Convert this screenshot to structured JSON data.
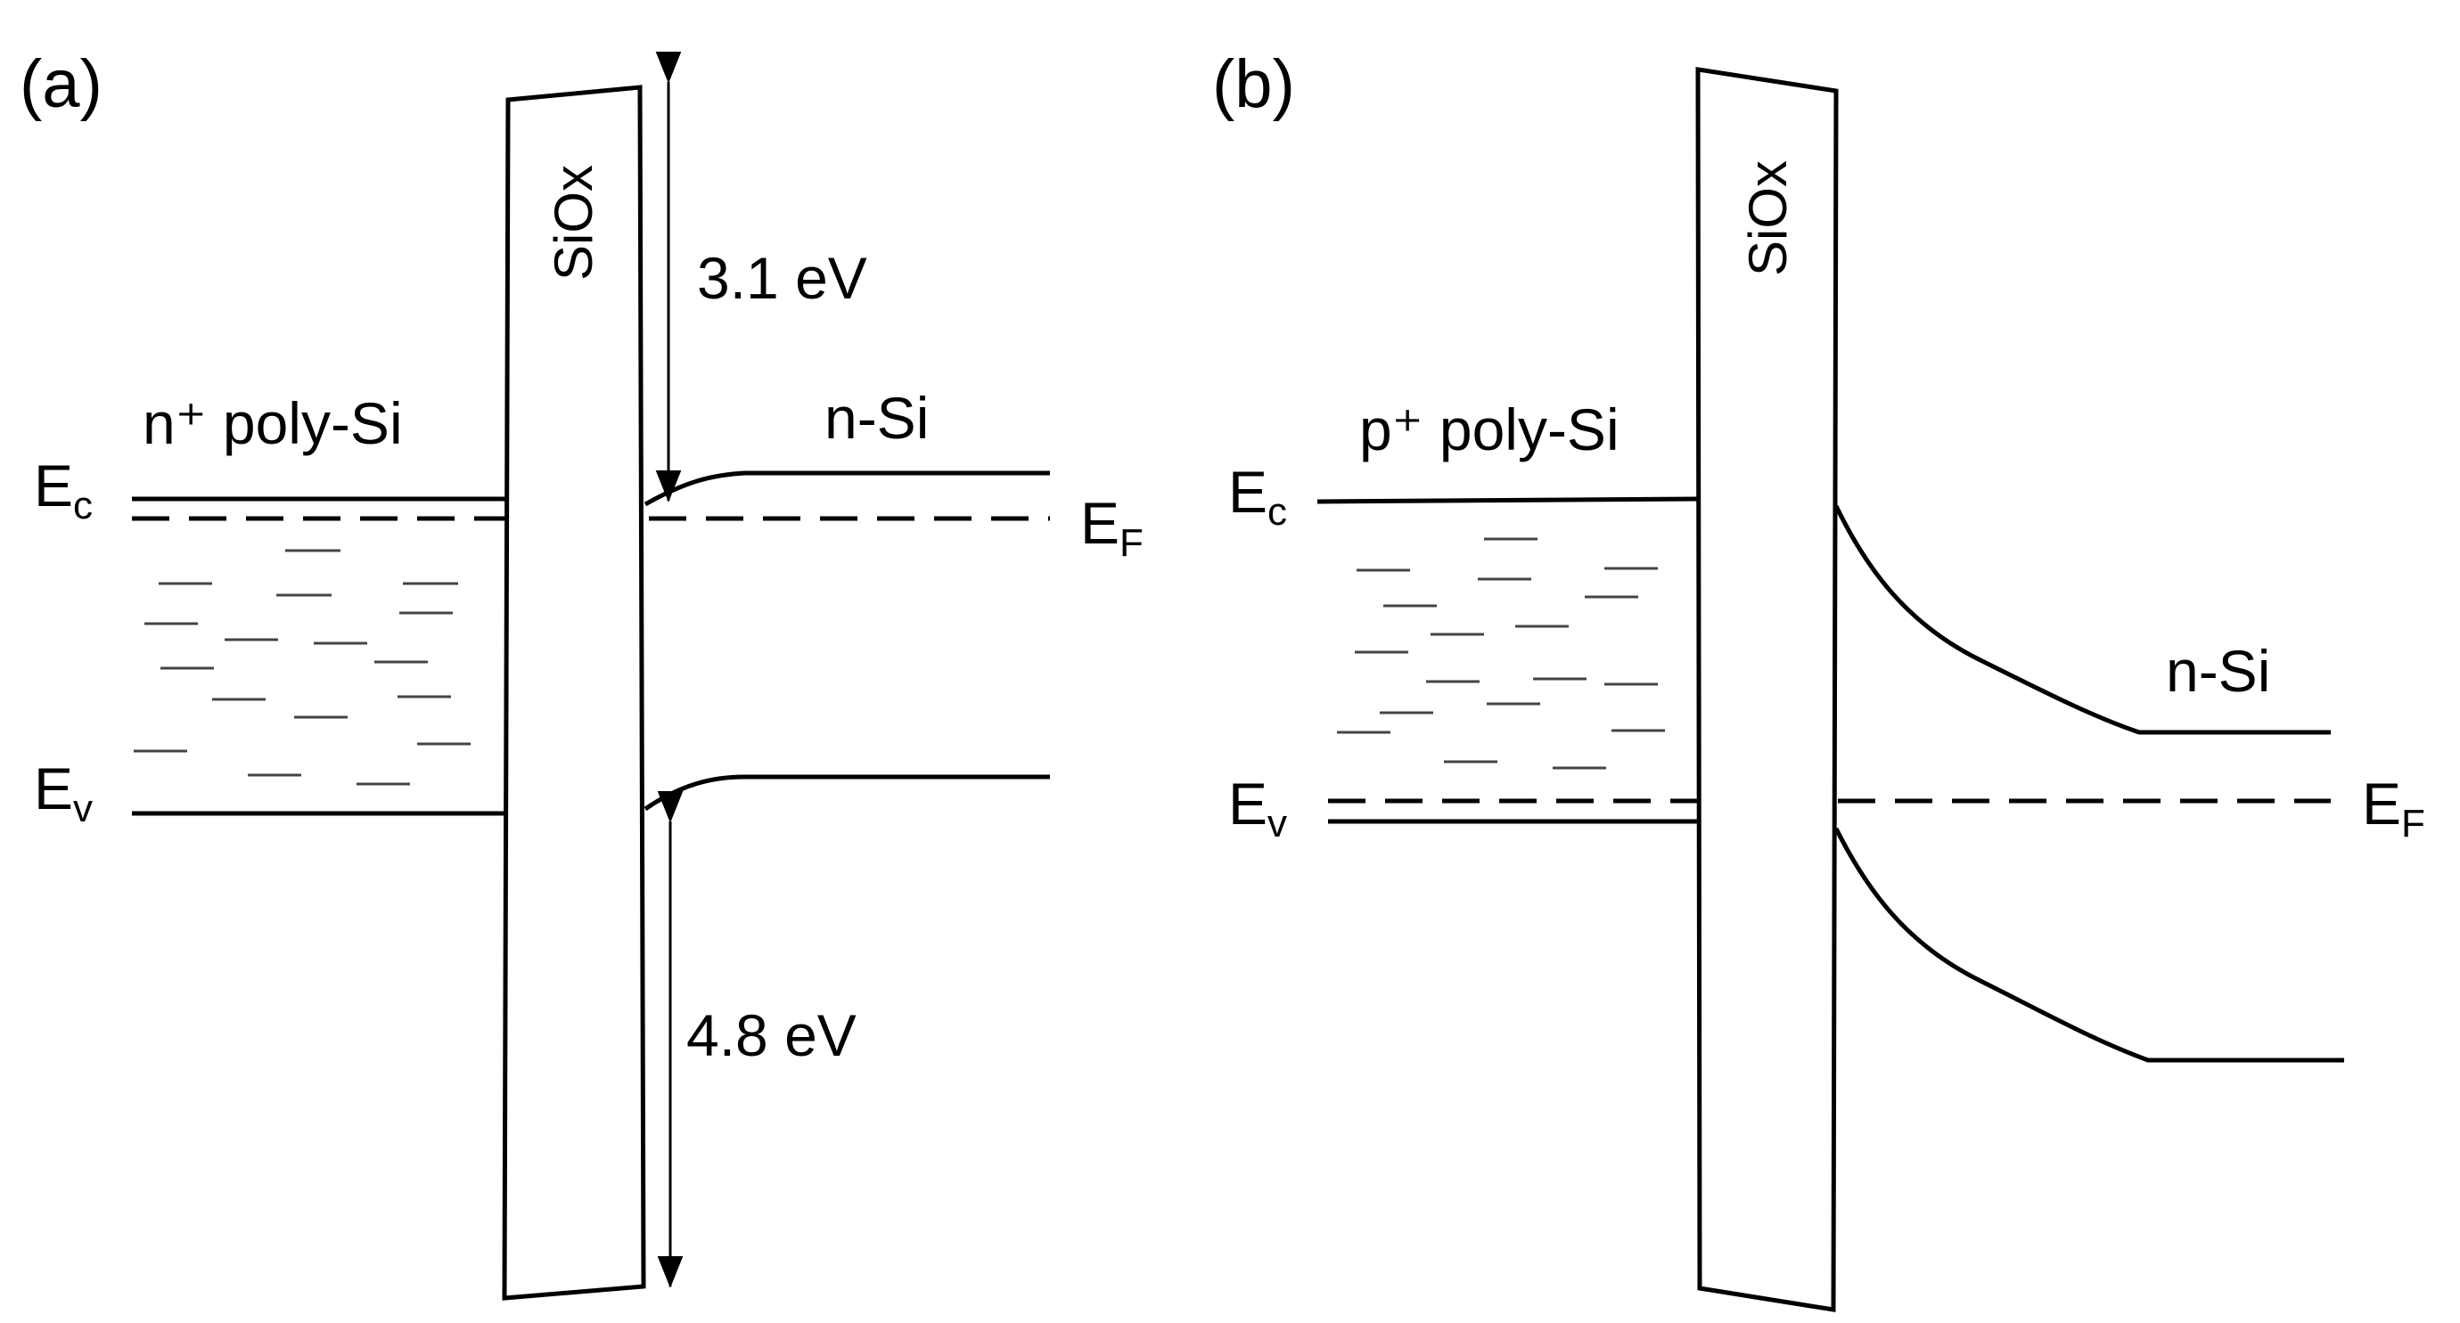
{
  "colors": {
    "line": "#000000",
    "electron_dash": "#444444",
    "background": "#ffffff"
  },
  "panel_a": {
    "tag": "(a)",
    "oxide_label": "SiOx",
    "left_material": "n⁺ poly-Si",
    "right_material": "n-Si",
    "conduction_band": {
      "main": "E",
      "sub": "c"
    },
    "valence_band": {
      "main": "E",
      "sub": "v"
    },
    "fermi_level": {
      "main": "E",
      "sub": "F"
    },
    "conduction_offset": "3.1 eV",
    "valence_offset": "4.8 eV"
  },
  "panel_b": {
    "tag": "(b)",
    "oxide_label": "SiOx",
    "left_material": "p⁺ poly-Si",
    "right_material": "n-Si",
    "conduction_band": {
      "main": "E",
      "sub": "c"
    },
    "valence_band": {
      "main": "E",
      "sub": "v"
    },
    "fermi_level": {
      "main": "E",
      "sub": "F"
    }
  }
}
